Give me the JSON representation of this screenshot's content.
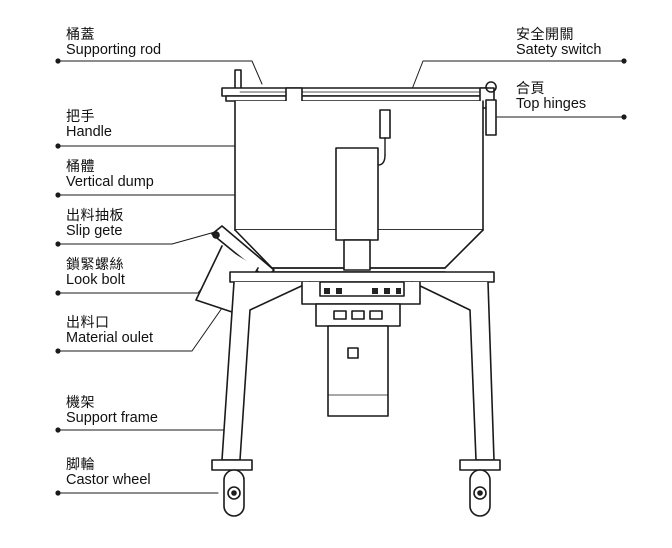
{
  "labels": [
    {
      "id": "supporting-rod",
      "zh": "桶蓋",
      "en": "Supporting rod"
    },
    {
      "id": "handle",
      "zh": "把手",
      "en": "Handle"
    },
    {
      "id": "vertical-dump",
      "zh": "桶體",
      "en": "Vertical dump"
    },
    {
      "id": "slip-gete",
      "zh": "出料抽板",
      "en": "Slip gete"
    },
    {
      "id": "look-bolt",
      "zh": "鎖緊螺絲",
      "en": "Look bolt"
    },
    {
      "id": "material-oulet",
      "zh": "出料口",
      "en": "Material oulet"
    },
    {
      "id": "support-frame",
      "zh": "機架",
      "en": "Support frame"
    },
    {
      "id": "castor-wheel",
      "zh": "脚輪",
      "en": "Castor wheel"
    },
    {
      "id": "safety-switch",
      "zh": "安全開關",
      "en": "Satety switch"
    },
    {
      "id": "top-hinges",
      "zh": "合頁",
      "en": "Top hinges"
    }
  ],
  "colors": {
    "line": "#1a1a1a",
    "fill": "#ffffff",
    "dark": "#222222"
  }
}
